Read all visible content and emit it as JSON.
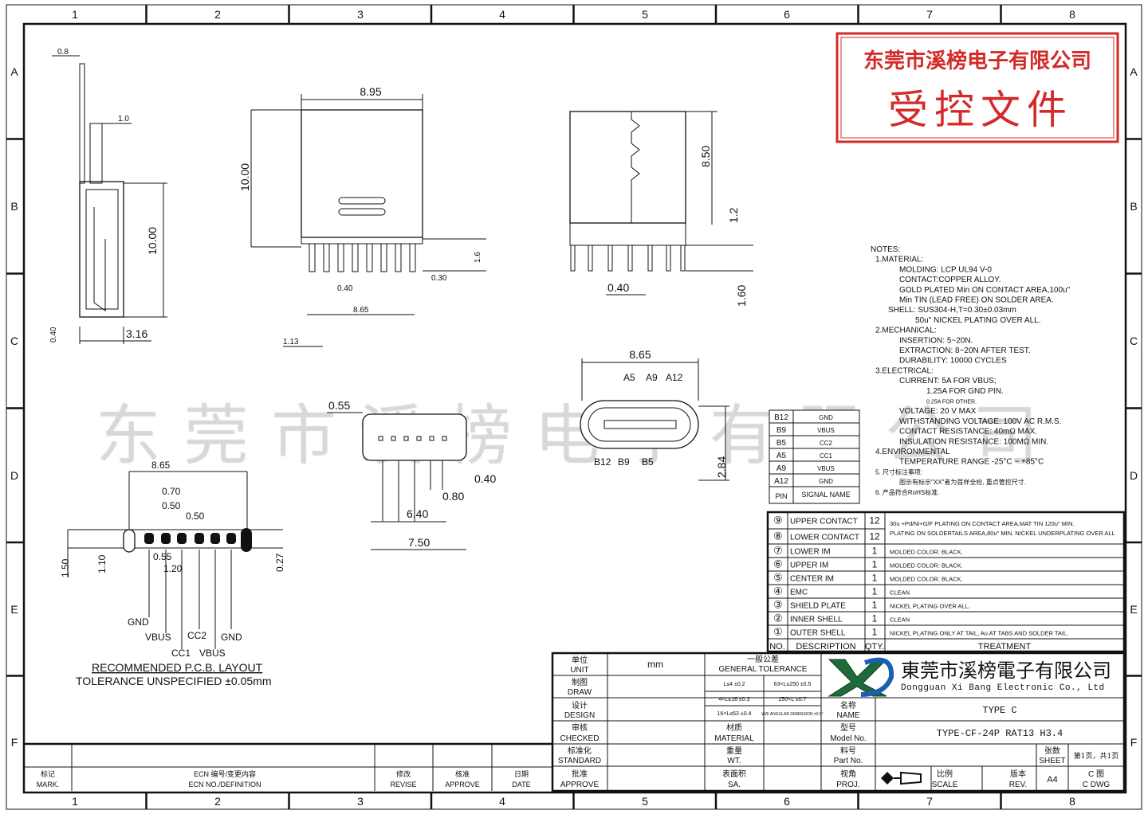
{
  "grid": {
    "columns": [
      "1",
      "2",
      "3",
      "4",
      "5",
      "6",
      "7",
      "8"
    ],
    "rows": [
      "A",
      "B",
      "C",
      "D",
      "E",
      "F"
    ]
  },
  "stamp": {
    "company": "东莞市溪榜电子有限公司",
    "label": "受控文件",
    "color": "#d42a2a"
  },
  "watermark": "东莞市溪榜电子有限公司",
  "side_view": {
    "dims": [
      "0.8",
      "1.0",
      "10.00",
      "3.16",
      "0.40"
    ]
  },
  "front_view": {
    "dims": [
      "8.95",
      "10.00",
      "1.6",
      "0.40",
      "0.30",
      "8.65",
      "1.13"
    ]
  },
  "right_view": {
    "dims": [
      "8.50",
      "1.2",
      "0.40",
      "1.60"
    ]
  },
  "mating_view": {
    "dims": [
      "8.65",
      "2.84"
    ],
    "top_pins": [
      "A5",
      "A9",
      "A12"
    ],
    "bottom_pins": [
      "B12",
      "B9",
      "B5"
    ]
  },
  "bottom_view": {
    "dims": [
      "0.55",
      "0.40",
      "0.80",
      "6.40",
      "7.50"
    ]
  },
  "pcb_layout": {
    "dims": [
      "8.65",
      "0.70",
      "0.50",
      "0.50",
      "1.50",
      "1.10",
      "0.55",
      "1.20",
      "0.27"
    ],
    "pin_labels": [
      "GND",
      "VBUS",
      "CC1",
      "CC2",
      "VBUS",
      "GND"
    ],
    "title": "RECOMMENDED    P.C.B.  LAYOUT",
    "tolerance": "TOLERANCE  UNSPECIFIED  ±0.05mm"
  },
  "notes": [
    "NOTES:",
    "1.MATERIAL:",
    "MOLDING: LCP  UL94  V-0",
    "CONTACT:COPPER  ALLOY.",
    "GOLD  PLATED  Min  ON  CONTACT  AREA,100u\"",
    "Min  TIN  (LEAD  FREE)  ON  SOLDER  AREA.",
    "SHELL:  SUS304-H,T=0.30±0.03mm",
    "50u\"  NICKEL  PLATING  OVER  ALL.",
    "2.MECHANICAL:",
    "INSERTION:  5~20N.",
    "EXTRACTION:  8~20N  AFTER  TEST.",
    "DURABILITY:  10000  CYCLES",
    "3.ELECTRICAL:",
    "CURRENT:  5A  FOR  VBUS;",
    "1.25A  FOR  GND  PIN.",
    "0.25A FOR OTHER.",
    "VOLTAGE:  20  V  MAX",
    "WITHSTANDING  VOLTAGE:  100V  AC  R.M.S.",
    "CONTACT  RESISTANCE:  40mΩ  MAX.",
    "INSULATION  RESISTANCE:  100MΩ  MIN.",
    "4.ENVIRONMENTAL",
    "TEMPERATURE  RANGE  -25°C  ~  +85°C",
    "5.  尺寸标注事项:",
    "图示有标示\"XX\"者为首样全检, 重点管控尺寸.",
    "6.  产品符合RoHS标准."
  ],
  "pin_table": {
    "rows": [
      [
        "B12",
        "GND"
      ],
      [
        "B9",
        "VBUS"
      ],
      [
        "B5",
        "CC2"
      ],
      [
        "A5",
        "CC1"
      ],
      [
        "A9",
        "VBUS"
      ],
      [
        "A12",
        "GND"
      ]
    ],
    "header": [
      "PIN",
      "SIGNAL  NAME"
    ]
  },
  "bom": {
    "rows": [
      {
        "no": "⑨",
        "desc": "UPPER  CONTACT",
        "qty": "12",
        "treatment": "30u +Pd/Ni+G/F PLATING ON CONTACT AREA,MAT TIN 120u\" MIN."
      },
      {
        "no": "⑧",
        "desc": "LOWER  CONTACT",
        "qty": "12",
        "treatment": "PLATING ON SOLDERTAILS AREA,80u\" MIN. NICKEL UNDERPLATING OVER ALL"
      },
      {
        "no": "⑦",
        "desc": "LOWER  IM",
        "qty": "1",
        "treatment": "MOLDED COLOR: BLACK."
      },
      {
        "no": "⑥",
        "desc": "UPPER  IM",
        "qty": "1",
        "treatment": "MOLDED COLOR: BLACK."
      },
      {
        "no": "⑤",
        "desc": "CENTER  IM",
        "qty": "1",
        "treatment": "MOLDED COLOR: BLACK."
      },
      {
        "no": "④",
        "desc": "EMC",
        "qty": "1",
        "treatment": "CLEAN"
      },
      {
        "no": "③",
        "desc": "SHIELD  PLATE",
        "qty": "1",
        "treatment": "NICKEL PLATING OVER ALL."
      },
      {
        "no": "②",
        "desc": "INNER  SHELL",
        "qty": "1",
        "treatment": "CLEAN"
      },
      {
        "no": "①",
        "desc": "OUTER  SHELL",
        "qty": "1",
        "treatment": "NICKEL PLATING ONLY AT TAIL,  Au AT TABS AND SOLDER TAIL."
      }
    ],
    "header": {
      "no": "NO.",
      "desc": "DESCRIPTION",
      "qty": "QTY.",
      "treatment": "TREATMENT"
    }
  },
  "title_block": {
    "unit_cn": "单位",
    "unit_en": "UNIT",
    "unit_value": "mm",
    "draw_cn": "制图",
    "draw_en": "DRAW",
    "design_cn": "设计",
    "design_en": "DESIGN",
    "checked_cn": "审核",
    "checked_en": "CHECKED",
    "standard_cn": "标准化",
    "standard_en": "STANDARD",
    "approve_cn": "批准",
    "approve_en": "APPROVE",
    "tol_cn": "一般公差",
    "tol_en": "GENERAL TOLERANCE",
    "tol": [
      "L≤4    ±0.2",
      "63<L≤250 ±0.5",
      "4<L≤16 ±0.3",
      "250<L    ±0.7",
      "16<L≤63 ±0.4",
      "W/E ANGULAR DIMENSION ±0.5°"
    ],
    "material_cn": "材质",
    "material_en": "MATERIAL",
    "weight_cn": "重量",
    "weight_en": "WT.",
    "sa_cn": "表面积",
    "sa_en": "SA.",
    "company_cn": "東莞市溪榜電子有限公司",
    "company_en": "Dongguan Xi Bang Electronic Co., Ltd",
    "logo_text": "XB",
    "name_cn": "名称",
    "name_en": "NAME",
    "name_value": "TYPE C",
    "model_cn": "型号",
    "model_en": "Model No.",
    "model_value": "TYPE-CF-24P RAT13 H3.4",
    "part_cn": "料号",
    "part_en": "Part No.",
    "sheet_cn": "张数",
    "sheet_en": "SHEET",
    "sheet_value": "第1页，共1页",
    "proj_cn": "视角",
    "proj_en": "PROJ.",
    "scale_cn": "比例",
    "scale_en": "SCALE",
    "rev_cn": "版本",
    "rev_en": "REV.",
    "size": "A4",
    "dwg_cn": "C 图",
    "dwg_en": "C DWG"
  },
  "revision_block": {
    "mark_cn": "标记",
    "mark_en": "MARK.",
    "ecn_cn": "ECN  编号/变更内容",
    "ecn_en": "ECN NO./DEFINITION",
    "revise_cn": "修改",
    "revise_en": "REVISE",
    "approve_cn": "核准",
    "approve_en": "APPROVE",
    "date_cn": "日期",
    "date_en": "DATE"
  }
}
